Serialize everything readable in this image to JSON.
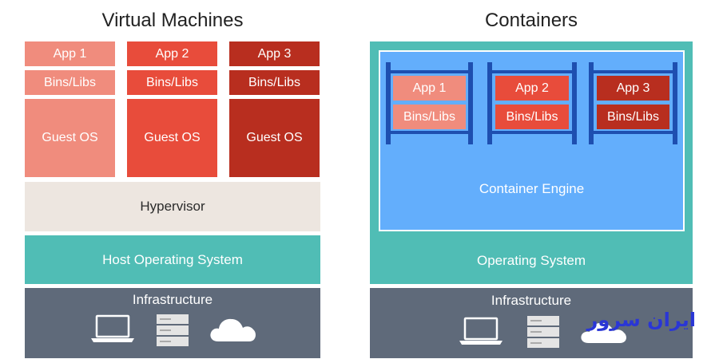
{
  "vm": {
    "title": "Virtual Machines",
    "apps": [
      "App 1",
      "App 2",
      "App 3"
    ],
    "bins": [
      "Bins/Libs",
      "Bins/Libs",
      "Bins/Libs"
    ],
    "guests": [
      "Guest OS",
      "Guest OS",
      "Guest OS"
    ],
    "hypervisor": "Hypervisor",
    "host_os": "Host Operating System",
    "infrastructure": "Infrastructure"
  },
  "containers": {
    "title": "Containers",
    "apps": [
      "App 1",
      "App 2",
      "App 3"
    ],
    "bins": [
      "Bins/Libs",
      "Bins/Libs",
      "Bins/Libs"
    ],
    "engine": "Container Engine",
    "os": "Operating System",
    "infrastructure": "Infrastructure"
  },
  "colors": {
    "light_red": "#f08c7d",
    "mid_red": "#e84c3b",
    "dark_red": "#b82e1f",
    "hypervisor": "#ede6e0",
    "teal": "#50bdb5",
    "infrastructure": "#5f6a7a",
    "engine_blue": "#63aefc",
    "rail_blue": "#1e4fb0"
  },
  "icons": [
    "laptop-icon",
    "server-icon",
    "cloud-icon"
  ],
  "watermark_text": "ایران سرور"
}
